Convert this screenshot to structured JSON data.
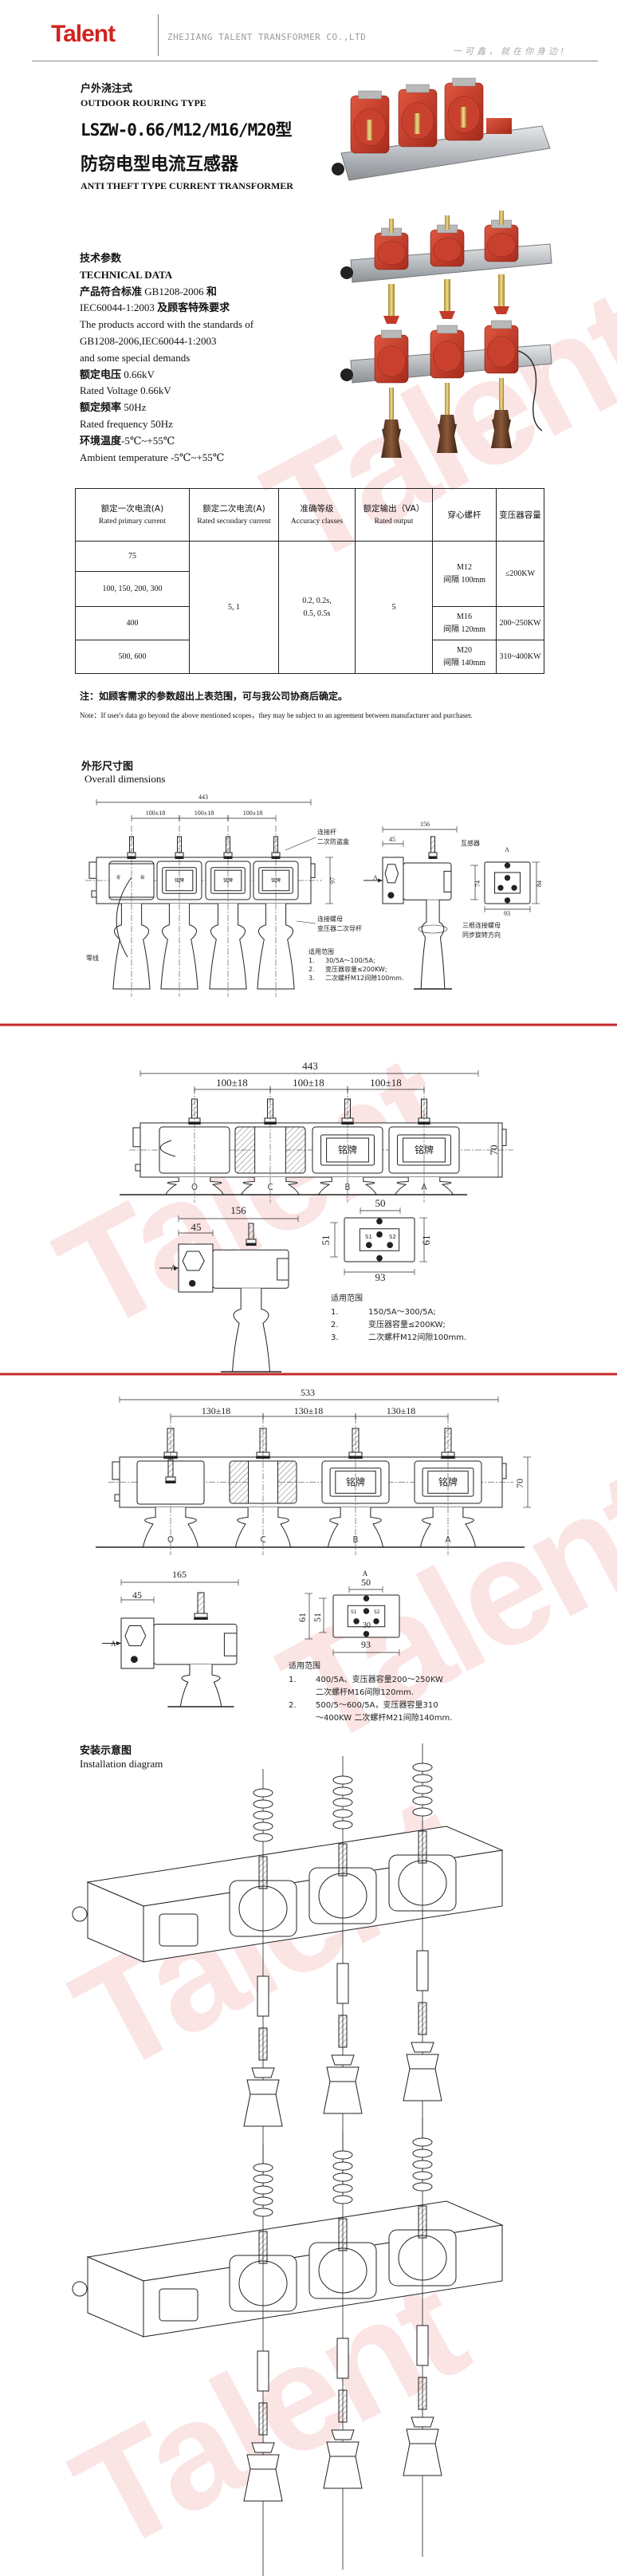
{
  "header": {
    "logo": "Talent",
    "company": "ZHEJIANG TALENT TRANSFORMER CO.,LTD",
    "tagline": "一可鑫，就在你身边!"
  },
  "watermark": "Talent",
  "intro": {
    "type_cn": "户外浇注式",
    "type_en": "OUTDOOR ROURING TYPE",
    "model": "LSZW-0.66/M12/M16/M20型",
    "name_cn": "防窃电型电流互感器",
    "name_en": "ANTI THEFT TYPE CURRENT TRANSFORMER"
  },
  "tech": {
    "heading_cn": "技术参数",
    "heading_en": "TECHNICAL DATA",
    "lines": [
      {
        "b": "产品符合标准",
        "t": " GB1208-2006 ",
        "b2": "和"
      },
      {
        "b": "",
        "t": "IEC60044-1:2003 ",
        "b2": "及顾客特殊要求"
      },
      {
        "b": "",
        "t": "The products accord with the standards of",
        "b2": ""
      },
      {
        "b": "",
        "t": "GB1208-2006,IEC60044-1:2003",
        "b2": ""
      },
      {
        "b": "",
        "t": "and some special demands",
        "b2": ""
      },
      {
        "b": "额定电压",
        "t": " 0.66kV",
        "b2": ""
      },
      {
        "b": "",
        "t": "Rated Voltage    0.66kV",
        "b2": ""
      },
      {
        "b": "额定频率",
        "t": " 50Hz",
        "b2": ""
      },
      {
        "b": "",
        "t": "Rated frequency 50Hz",
        "b2": ""
      },
      {
        "b": "环境温度",
        "t": "-5℃~+55℃",
        "b2": ""
      },
      {
        "b": "",
        "t": "Ambient temperature -5℃~+55℃",
        "b2": ""
      }
    ]
  },
  "table": {
    "headers": [
      {
        "cn": "额定一次电流(A)",
        "en": "Rated primary current"
      },
      {
        "cn": "额定二次电流(A)",
        "en": "Rated secondary current"
      },
      {
        "cn": "准确等级",
        "en": "Accuracy classes"
      },
      {
        "cn": "额定输出（VA）",
        "en": "Rated output"
      },
      {
        "cn": "穿心螺杆",
        "en": ""
      },
      {
        "cn": "变压器容量",
        "en": ""
      }
    ],
    "primary": [
      "75",
      "100, 150, 200, 300",
      "400",
      "500, 600"
    ],
    "secondary": "5, 1",
    "accuracy": [
      "0.2, 0.2s,",
      "0.5, 0.5s"
    ],
    "output": "5",
    "bolt": [
      {
        "spec": "M12",
        "gap": "间隔 100mm"
      },
      {
        "spec": "M16",
        "gap": "间隔 120mm"
      },
      {
        "spec": "M20",
        "gap": "间隔 140mm"
      }
    ],
    "capacity": [
      "≤200KW",
      "200~250KW",
      "310~400KW"
    ]
  },
  "notes": {
    "cn": "注：如顾客需求的参数超出上表范围，可与我公司协商后确定。",
    "en": "Note：If user's data go beyond the above mentioned scopes，they may be subject to an agreement between manufacturer and purchaser."
  },
  "dims": {
    "heading_cn": "外形尺寸图",
    "heading_en": "Overall dimensions",
    "nameplate": "铭牌",
    "phases": [
      "O",
      "C",
      "B",
      "A"
    ],
    "d1": {
      "total": "443",
      "pitch": "100±18",
      "height": "97",
      "side": "156",
      "side_box": "45",
      "fv_h1": "74",
      "fv_h2": "84",
      "fv_w": "93",
      "arrow": "A",
      "callouts": [
        "连接杆",
        "二次防盗盒",
        "连接螺母",
        "变压器二次导杆",
        "互感器",
        "三根连接螺母",
        "同步旋转方向",
        "零线"
      ],
      "box_labels": [
        "零",
        "相"
      ],
      "scope_title": "适用范围",
      "scope": [
        {
          "n": "1.",
          "t": "30/5A～100/5A;"
        },
        {
          "n": "2.",
          "t": "变压器容量≤200KW;"
        },
        {
          "n": "3.",
          "t": "二次螺杆M12间隙100mm."
        }
      ]
    },
    "d2": {
      "total": "443",
      "pitch": "100±18",
      "height": "70",
      "side": "156",
      "side_box": "45",
      "fv_w_top": "50",
      "fv_h1": "51",
      "fv_h2": "61",
      "fv_w": "93",
      "arrow": "A",
      "s1": "S1",
      "s2": "S2",
      "scope_title": "适用范围",
      "scope": [
        {
          "n": "1.",
          "t": "150/5A～300/5A;"
        },
        {
          "n": "2.",
          "t": "变压器容量≤200KW;"
        },
        {
          "n": "3.",
          "t": "二次螺杆M12间隙100mm."
        }
      ]
    },
    "d3": {
      "total": "533",
      "pitch": "130±18",
      "height": "70",
      "side": "165",
      "side_box": "45",
      "fv_w_top": "50",
      "fv_h1": "51",
      "fv_h2": "61",
      "fv_w": "93",
      "fv_mid": "30",
      "arrow": "A",
      "s1": "S1",
      "s2": "S2",
      "scope_title": "适用范围",
      "scope": [
        {
          "n": "1.",
          "t": "400/5A、变压器容量200～250KW"
        },
        {
          "n": "",
          "t": "二次螺杆M16间隙120mm."
        },
        {
          "n": "2.",
          "t": "500/5～600/5A，变压器容量310"
        },
        {
          "n": "",
          "t": "～400KW 二次螺杆M21间隙140mm."
        }
      ]
    }
  },
  "install": {
    "heading_cn": "安装示意图",
    "heading_en": "Installation diagram"
  },
  "colors": {
    "brand": "#d2231f",
    "divider": "#c8282a",
    "product_red": "#c0392b"
  }
}
